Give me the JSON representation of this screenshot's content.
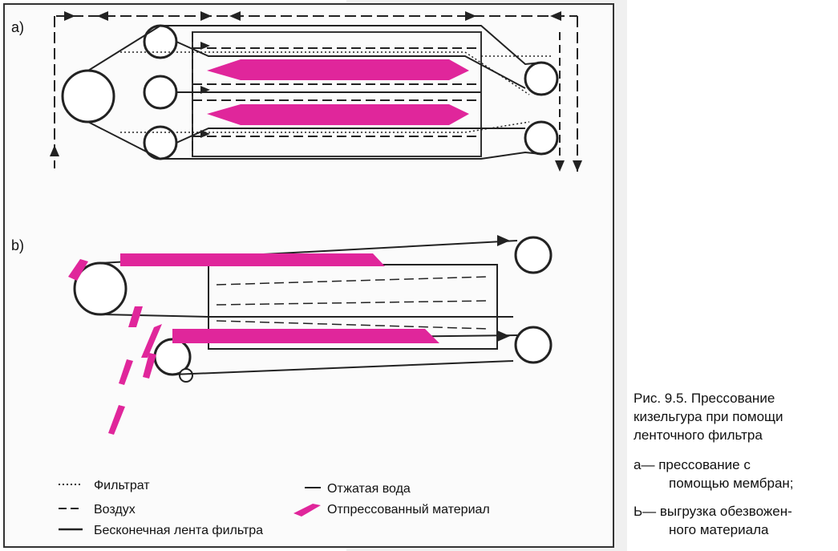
{
  "panels": {
    "a_label": "a)",
    "b_label": "b)"
  },
  "legend": {
    "filtrate": "Фильтрат",
    "air": "Воздух",
    "belt": "Бесконечная лента фильтра",
    "pressed_water": "Отжатая вода",
    "pressed_material": "Отпрессованный материал"
  },
  "caption": {
    "title": "Рис. 9.5. Прессование кизельгура при помощи ленточного фильтра",
    "item_a_marker": "а—",
    "item_a_line1": "прессование с",
    "item_a_line2": "помощью мембран;",
    "item_b_marker": "Ь—",
    "item_b_line1": "выгрузка обезвожен-",
    "item_b_line2": "ного материала"
  },
  "colors": {
    "material": "#e0269b",
    "material_light": "#f06bc0",
    "line": "#222222",
    "frame": "#333333",
    "background_scan": "#ebebeb"
  }
}
